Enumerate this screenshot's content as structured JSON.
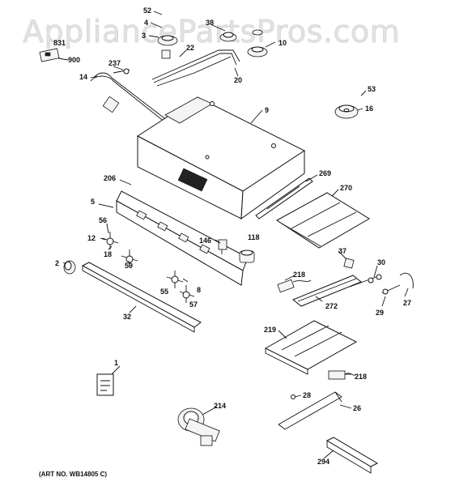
{
  "watermark": "AppliancePartsPros.com",
  "caption": "(ART NO. WB14805 C)",
  "callouts": {
    "c52": "52",
    "c4": "4",
    "c3": "3",
    "c38": "38",
    "c10": "10",
    "c831": "831",
    "c900": "900",
    "c237": "237",
    "c22": "22",
    "c14": "14",
    "c20": "20",
    "c9": "9",
    "c53": "53",
    "c16": "16",
    "c206": "206",
    "c269": "269",
    "c270": "270",
    "c5": "5",
    "c56": "56",
    "c12": "12",
    "c18": "18",
    "c59": "59",
    "c146": "146",
    "c118": "118",
    "c2": "2",
    "c37": "37",
    "c30": "30",
    "c218a": "218",
    "c55": "55",
    "c8": "8",
    "c57": "57",
    "c272": "272",
    "c29": "29",
    "c27": "27",
    "c32": "32",
    "c219": "219",
    "c218b": "218",
    "c1": "1",
    "c28": "28",
    "c214": "214",
    "c26": "26",
    "c294": "294"
  }
}
